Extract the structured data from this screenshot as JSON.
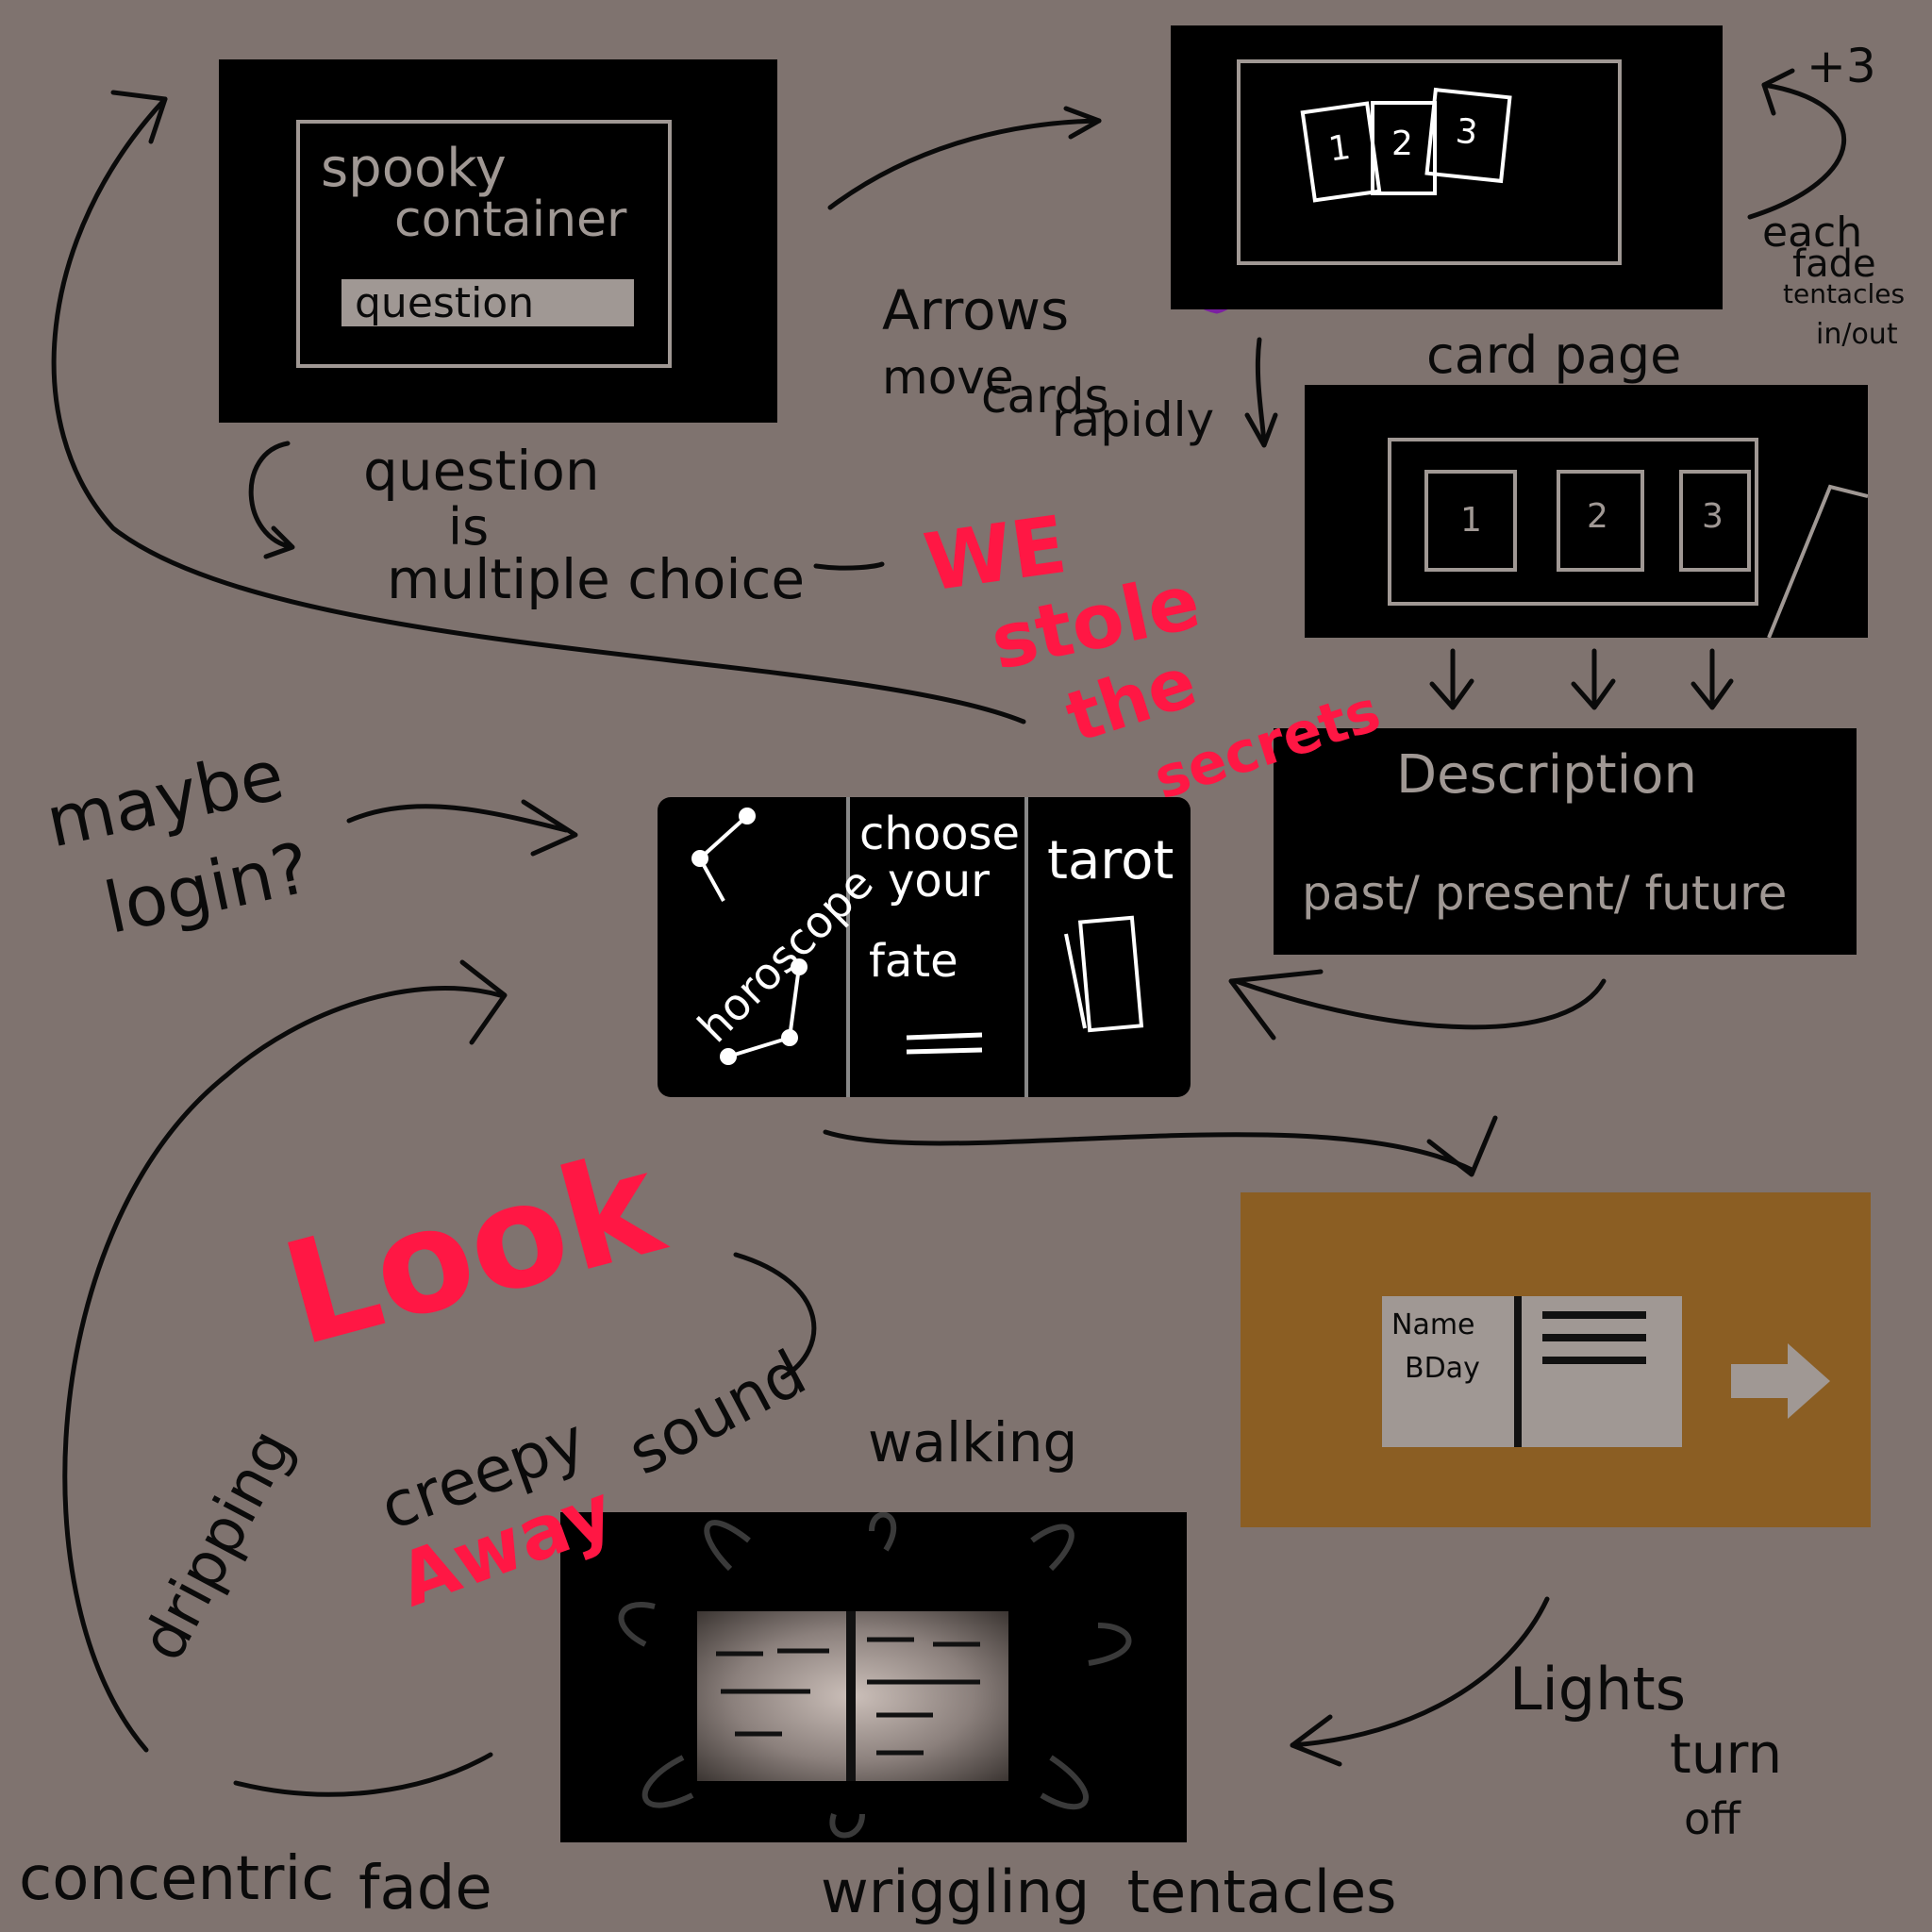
{
  "panels": {
    "question_page": {
      "title_line1": "spooky",
      "title_line2": "container",
      "field": "question"
    },
    "shuffle_page": {
      "cards": [
        "1",
        "2",
        "3"
      ]
    },
    "card_page": {
      "cards": [
        "1",
        "2",
        "3"
      ]
    },
    "description_page": {
      "title": "Description",
      "subtitle": "past/ present/ future"
    },
    "menu_page": {
      "horoscope": "horoscope",
      "choose_line1": "choose",
      "choose_line2": "your",
      "choose_line3": "fate",
      "tarot": "tarot"
    },
    "login_page": {
      "name": "Name",
      "bday": "BDay"
    },
    "book_page": {}
  },
  "notes": {
    "x3": "+3",
    "each_fade": [
      "each",
      "fade",
      "tentacles",
      "in/out"
    ],
    "card_page_label": "card page",
    "arrows_move": [
      "Arrows",
      "move",
      "cards",
      "rapidly"
    ],
    "question_multiple": [
      "question",
      "is",
      "multiple choice"
    ],
    "maybe_login": [
      "maybe",
      "login?"
    ],
    "dripping": "dripping",
    "creepy_sound": [
      "creepy",
      "sound"
    ],
    "walking": "walking",
    "lights_off": [
      "Lights",
      "turn",
      "off"
    ],
    "concentric_fade": [
      "concentric",
      "fade"
    ],
    "wriggling_tentacles": "wriggling  tentacles"
  },
  "red_notes": {
    "we_stole": [
      "WE",
      "stole",
      "the",
      "secrets"
    ],
    "look_away": [
      "Look",
      "Away"
    ]
  },
  "colors": {
    "background": "#7f736f",
    "panel": "#000000",
    "accent_red": "#ff1744",
    "tentacle_purple": "#7b1fa2",
    "login_panel": "#8b5e23"
  }
}
